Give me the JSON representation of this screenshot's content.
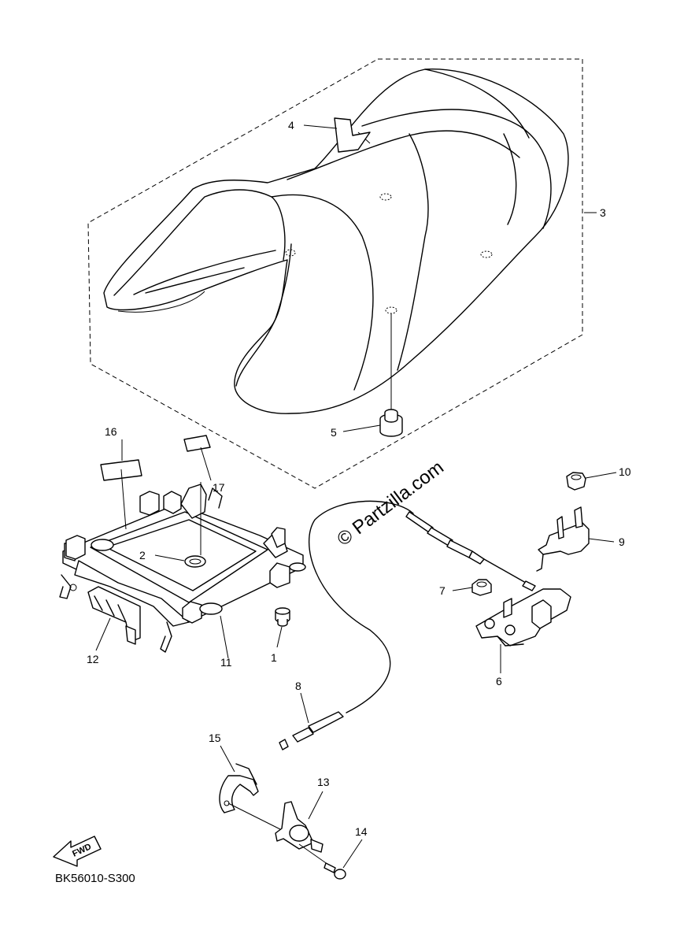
{
  "diagram": {
    "code": "BK56010-S300",
    "watermark": "© Partzilla.com",
    "fwd_label": "FWD",
    "callouts": {
      "c1": "1",
      "c2": "2",
      "c3": "3",
      "c4": "4",
      "c5": "5",
      "c6": "6",
      "c7": "7",
      "c8": "8",
      "c9": "9",
      "c10": "10",
      "c11": "11",
      "c12": "12",
      "c13": "13",
      "c14": "14",
      "c15": "15",
      "c16": "16",
      "c17": "17"
    }
  }
}
